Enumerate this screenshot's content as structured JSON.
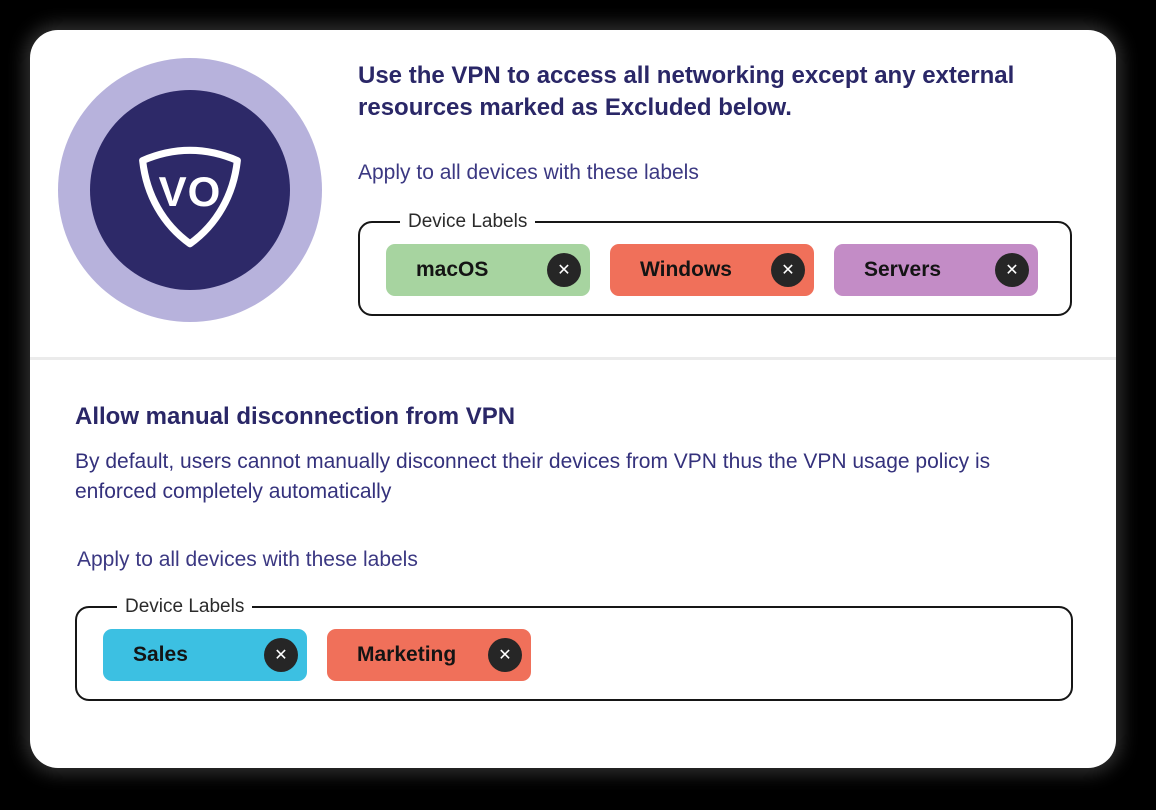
{
  "badge": {
    "initials": "VO"
  },
  "vpn_policy": {
    "title": "Use the VPN to access all networking except any external resources marked as Excluded below.",
    "apply_label": "Apply to all devices with these labels",
    "device_labels_legend": "Device Labels",
    "labels": [
      {
        "name": "macOS",
        "color": "#a7d4a0"
      },
      {
        "name": "Windows",
        "color": "#f0705a"
      },
      {
        "name": "Servers",
        "color": "#c38cc6"
      }
    ]
  },
  "manual_disconnection": {
    "title": "Allow manual disconnection from VPN",
    "description": "By default, users cannot manually disconnect their devices from VPN thus the VPN usage policy is enforced completely automatically",
    "apply_label": "Apply to all devices with these labels",
    "device_labels_legend": "Device Labels",
    "labels": [
      {
        "name": "Sales",
        "color": "#3cc0e2"
      },
      {
        "name": "Marketing",
        "color": "#f0705a"
      }
    ]
  },
  "icons": {
    "close": "✕"
  },
  "colors": {
    "page_bg": "#000000",
    "card_bg": "#ffffff",
    "badge_ring": "#b7b2dc",
    "badge_circle": "#2d2968",
    "heading_text": "#2a2767",
    "secondary_text": "#3b3882",
    "chip_close_bg": "#262626",
    "fieldset_border": "#161616",
    "divider": "#ebebeb"
  }
}
